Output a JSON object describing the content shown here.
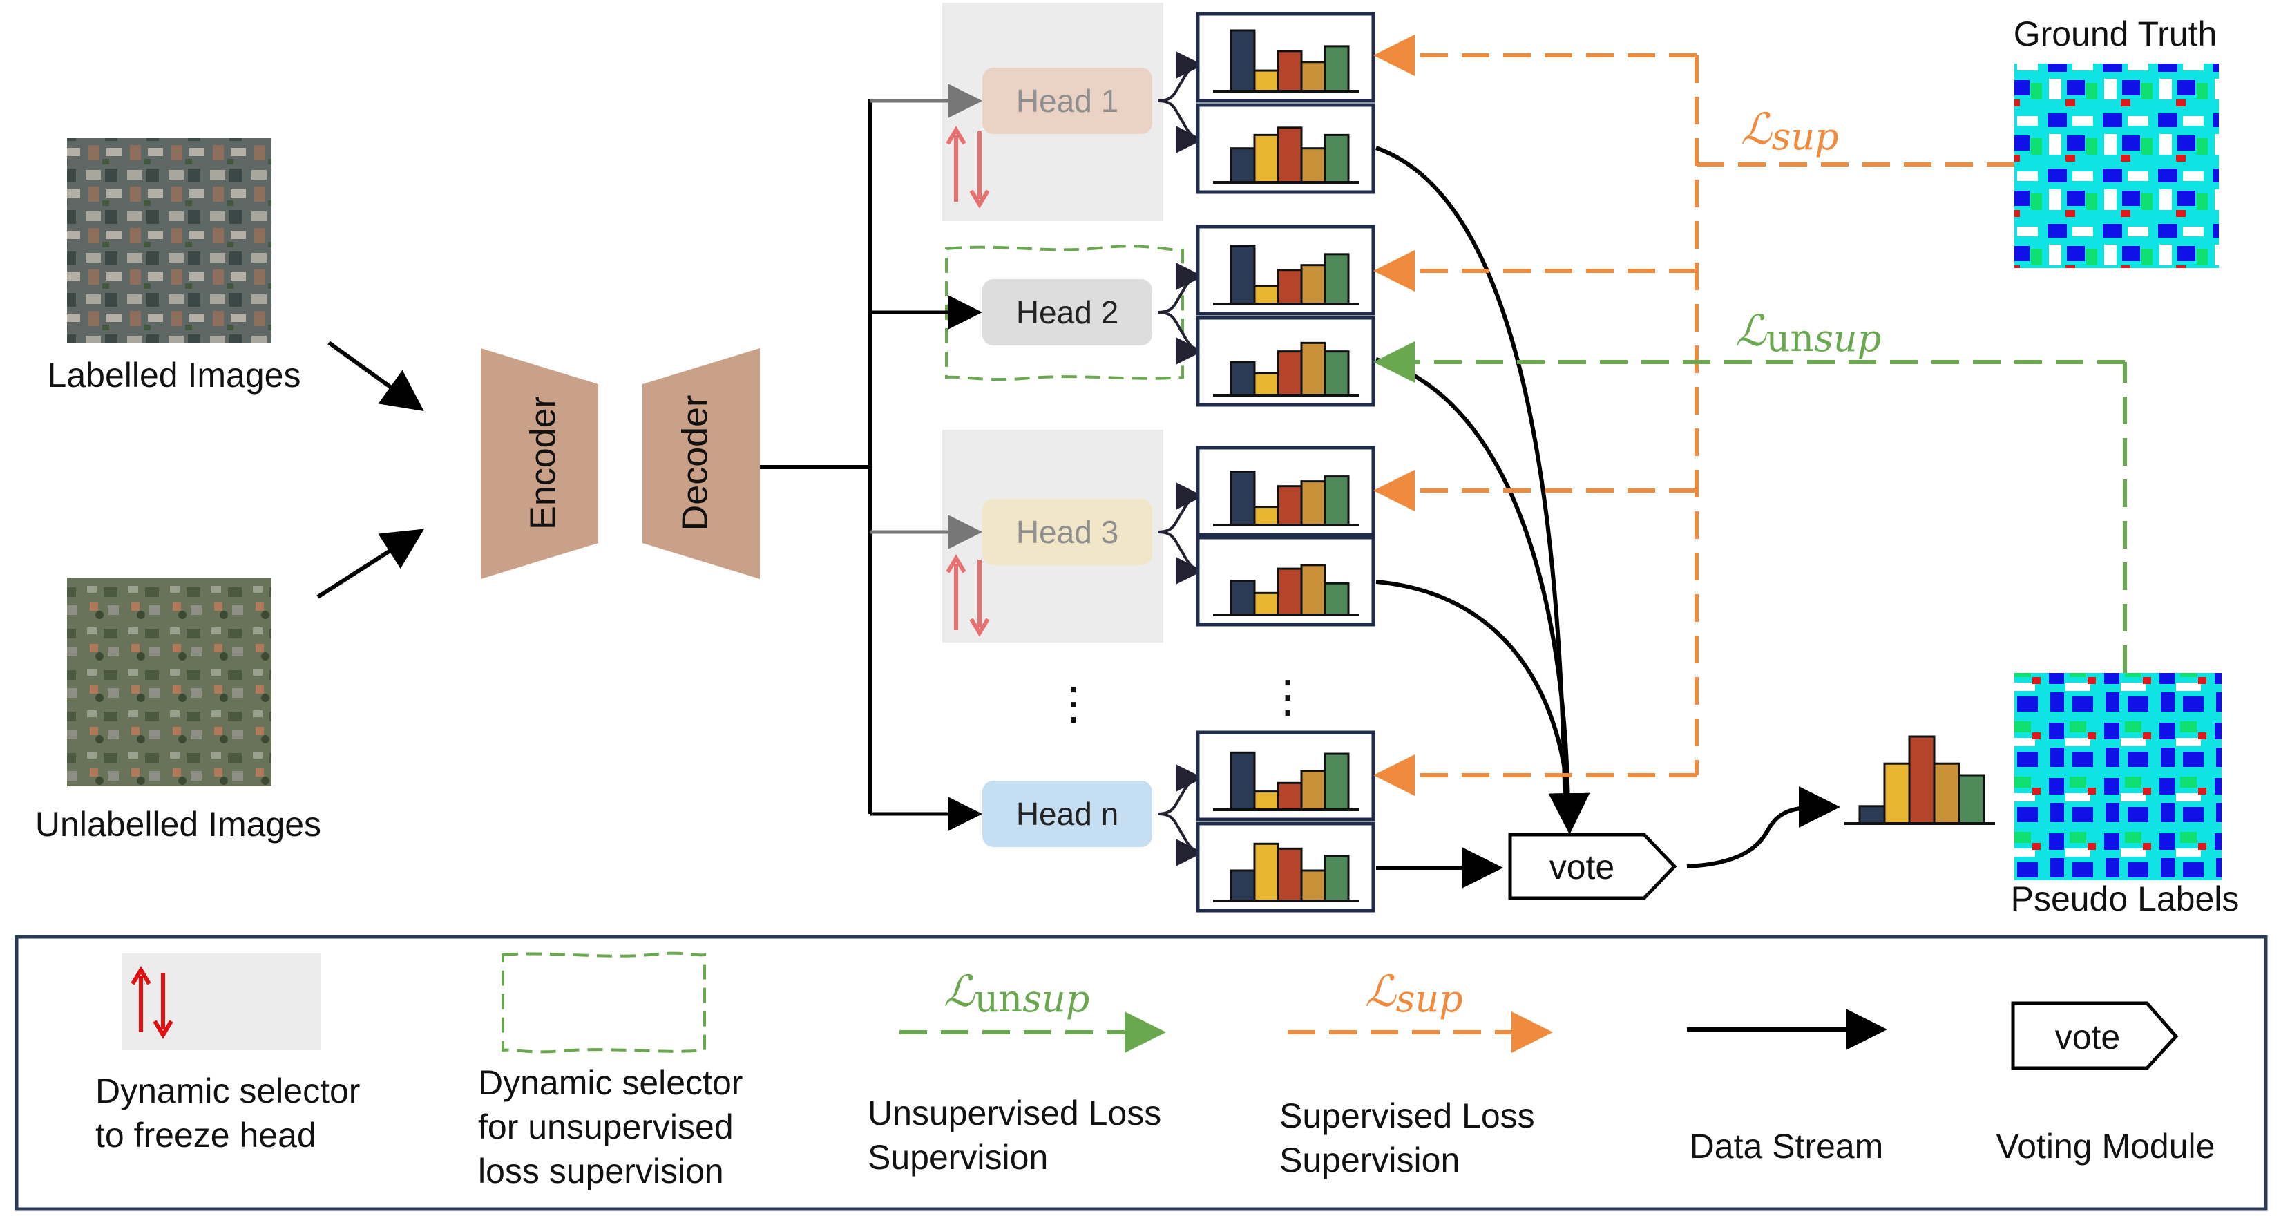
{
  "inputs": {
    "labelled": "Labelled Images",
    "unlabelled": "Unlabelled Images"
  },
  "encoder": {
    "label": "Encoder"
  },
  "decoder": {
    "label": "Decoder"
  },
  "heads": [
    {
      "label": "Head 1",
      "color": "#ead3c4",
      "text_color": "#8f8f8f",
      "frozen": true
    },
    {
      "label": "Head 2",
      "color": "#dddddd",
      "text_color": "#222222",
      "frozen": false
    },
    {
      "label": "Head 3",
      "color": "#f2e6c8",
      "text_color": "#8f8f8f",
      "frozen": true
    },
    {
      "label": "Head n",
      "color": "#c6def2",
      "text_color": "#222222",
      "frozen": false
    }
  ],
  "ellipsis": "⋮",
  "ground_truth": "Ground Truth",
  "pseudo_labels": "Pseudo Labels",
  "vote": "vote",
  "loss": {
    "sup": {
      "symbol": "ℒ",
      "sub": "sup",
      "color": "#f08a3c"
    },
    "unsup": {
      "symbol": "ℒ",
      "sub_upright": "un",
      "sub_italic": "sup",
      "color": "#6aa84f"
    }
  },
  "legend": {
    "freeze": {
      "line1": "Dynamic selector",
      "line2": "to freeze head"
    },
    "unsup_selector": {
      "line1": "Dynamic selector",
      "line2": "for unsupervised",
      "line3": "loss supervision"
    },
    "unsup_loss": {
      "line1": "Unsupervised Loss",
      "line2": "Supervision"
    },
    "sup_loss": {
      "line1": "Supervised Loss",
      "line2": "Supervision"
    },
    "data_stream": "Data Stream",
    "voting": "Voting Module",
    "vote": "vote"
  },
  "colors": {
    "encoder": "#c9a088",
    "bar_navy": "#2b3a55",
    "bar_gold": "#e8b632",
    "bar_rust": "#b5452a",
    "bar_ochre": "#c9923a",
    "bar_green": "#4f8a5a",
    "freeze_arrow": "#e87070",
    "freeze_legend_arrow": "#e01010"
  }
}
